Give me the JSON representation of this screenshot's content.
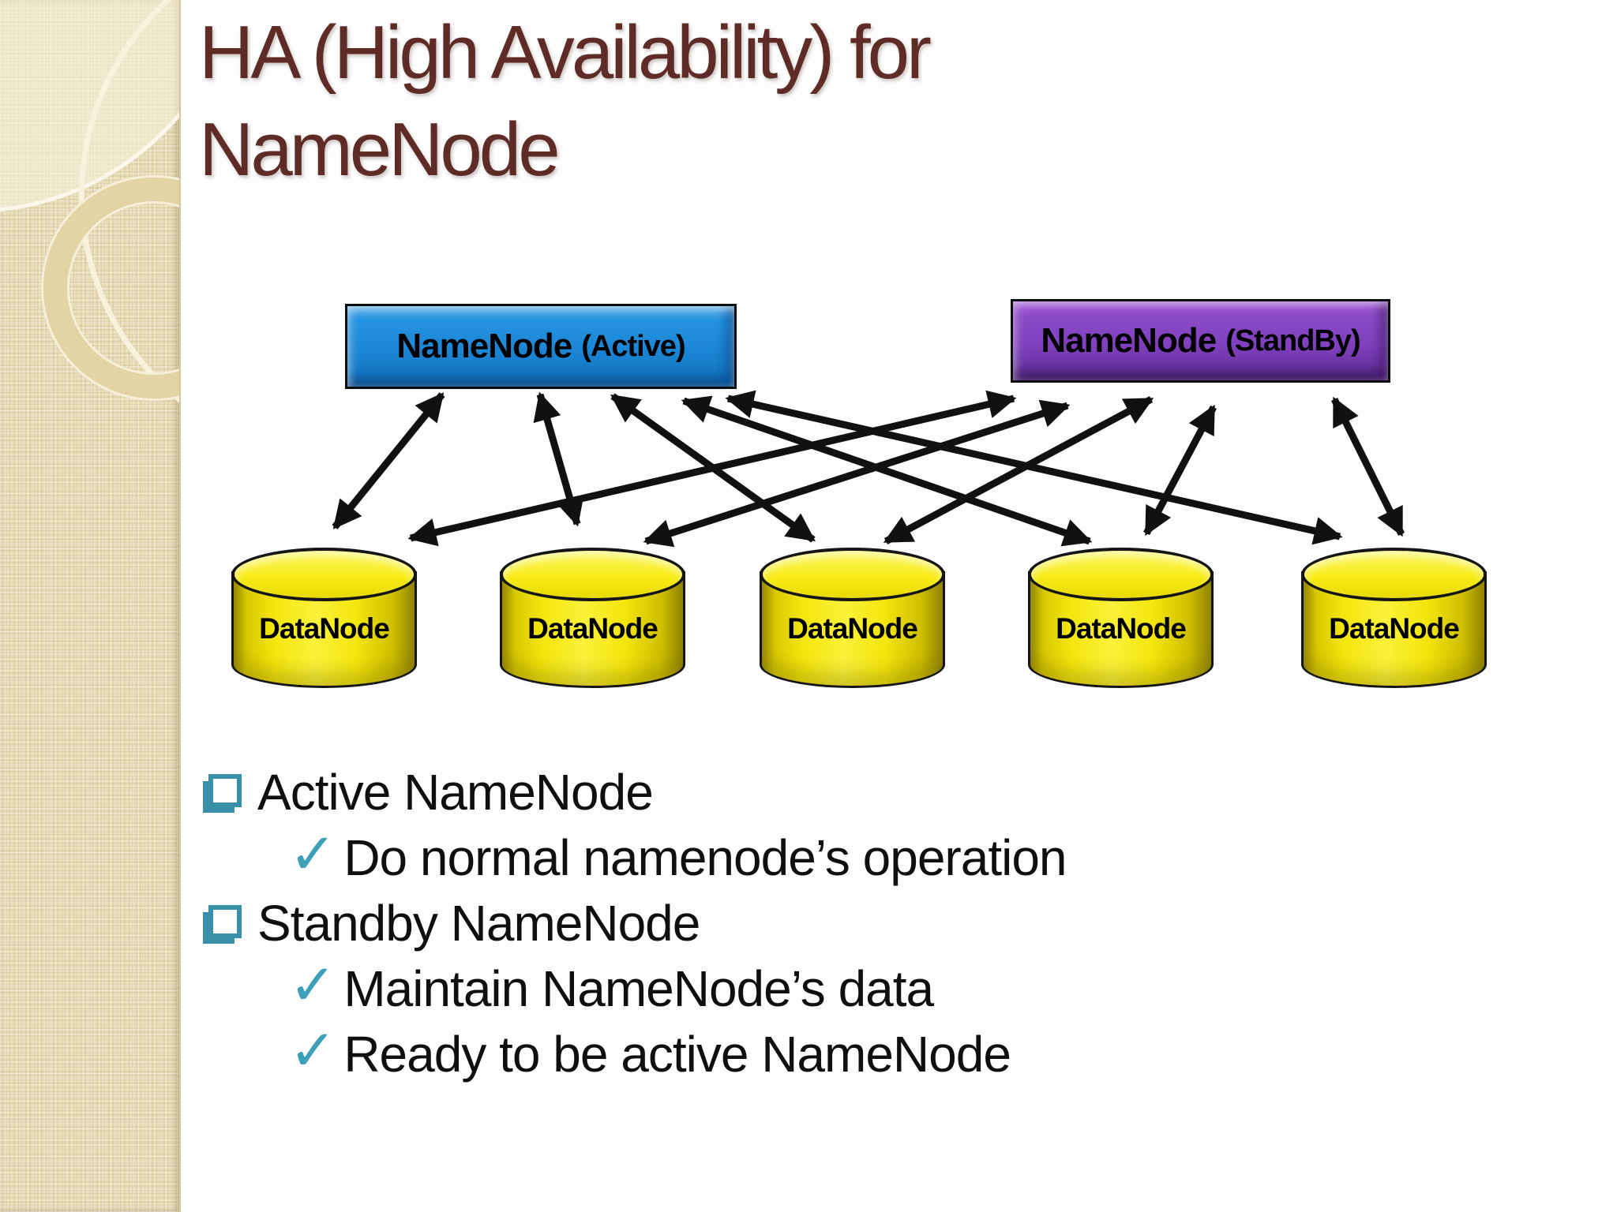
{
  "slide_title": "HA (High Availability) for NameNode",
  "colors": {
    "title": "#5e2b27",
    "sidebar": "#e9dfbb",
    "arrow": "#111111",
    "bullet_accent": "#3a8fa8",
    "active_box_fill": "#1b86d4",
    "standby_box_fill": "#8040bf",
    "datanode_fill": "#f5e70e"
  },
  "diagram": {
    "namenode_active": {
      "name": "NameNode",
      "qualifier": "(Active)"
    },
    "namenode_standby": {
      "name": "NameNode",
      "qualifier": "(StandBy)"
    },
    "datanode_labels": [
      "DataNode",
      "DataNode",
      "DataNode",
      "DataNode",
      "DataNode"
    ],
    "connections": [
      {
        "from": "NameNode (Active)",
        "to": "DataNode 1",
        "style": "double-arrow"
      },
      {
        "from": "NameNode (Active)",
        "to": "DataNode 2",
        "style": "double-arrow"
      },
      {
        "from": "NameNode (Active)",
        "to": "DataNode 3",
        "style": "double-arrow"
      },
      {
        "from": "NameNode (Active)",
        "to": "DataNode 4",
        "style": "double-arrow"
      },
      {
        "from": "NameNode (Active)",
        "to": "DataNode 5",
        "style": "double-arrow"
      },
      {
        "from": "NameNode (StandBy)",
        "to": "DataNode 1",
        "style": "double-arrow"
      },
      {
        "from": "NameNode (StandBy)",
        "to": "DataNode 2",
        "style": "double-arrow"
      },
      {
        "from": "NameNode (StandBy)",
        "to": "DataNode 3",
        "style": "double-arrow"
      },
      {
        "from": "NameNode (StandBy)",
        "to": "DataNode 4",
        "style": "double-arrow"
      },
      {
        "from": "NameNode (StandBy)",
        "to": "DataNode 5",
        "style": "double-arrow"
      }
    ]
  },
  "bullets": [
    {
      "level": 1,
      "marker": "square-bullet",
      "text": "Active NameNode"
    },
    {
      "level": 2,
      "marker": "check",
      "text": "Do normal namenode’s operation"
    },
    {
      "level": 1,
      "marker": "square-bullet",
      "text": "Standby NameNode"
    },
    {
      "level": 2,
      "marker": "check",
      "text": "Maintain NameNode’s data"
    },
    {
      "level": 2,
      "marker": "check",
      "text": "Ready to be active NameNode"
    }
  ],
  "icons": {
    "check": "✓"
  }
}
